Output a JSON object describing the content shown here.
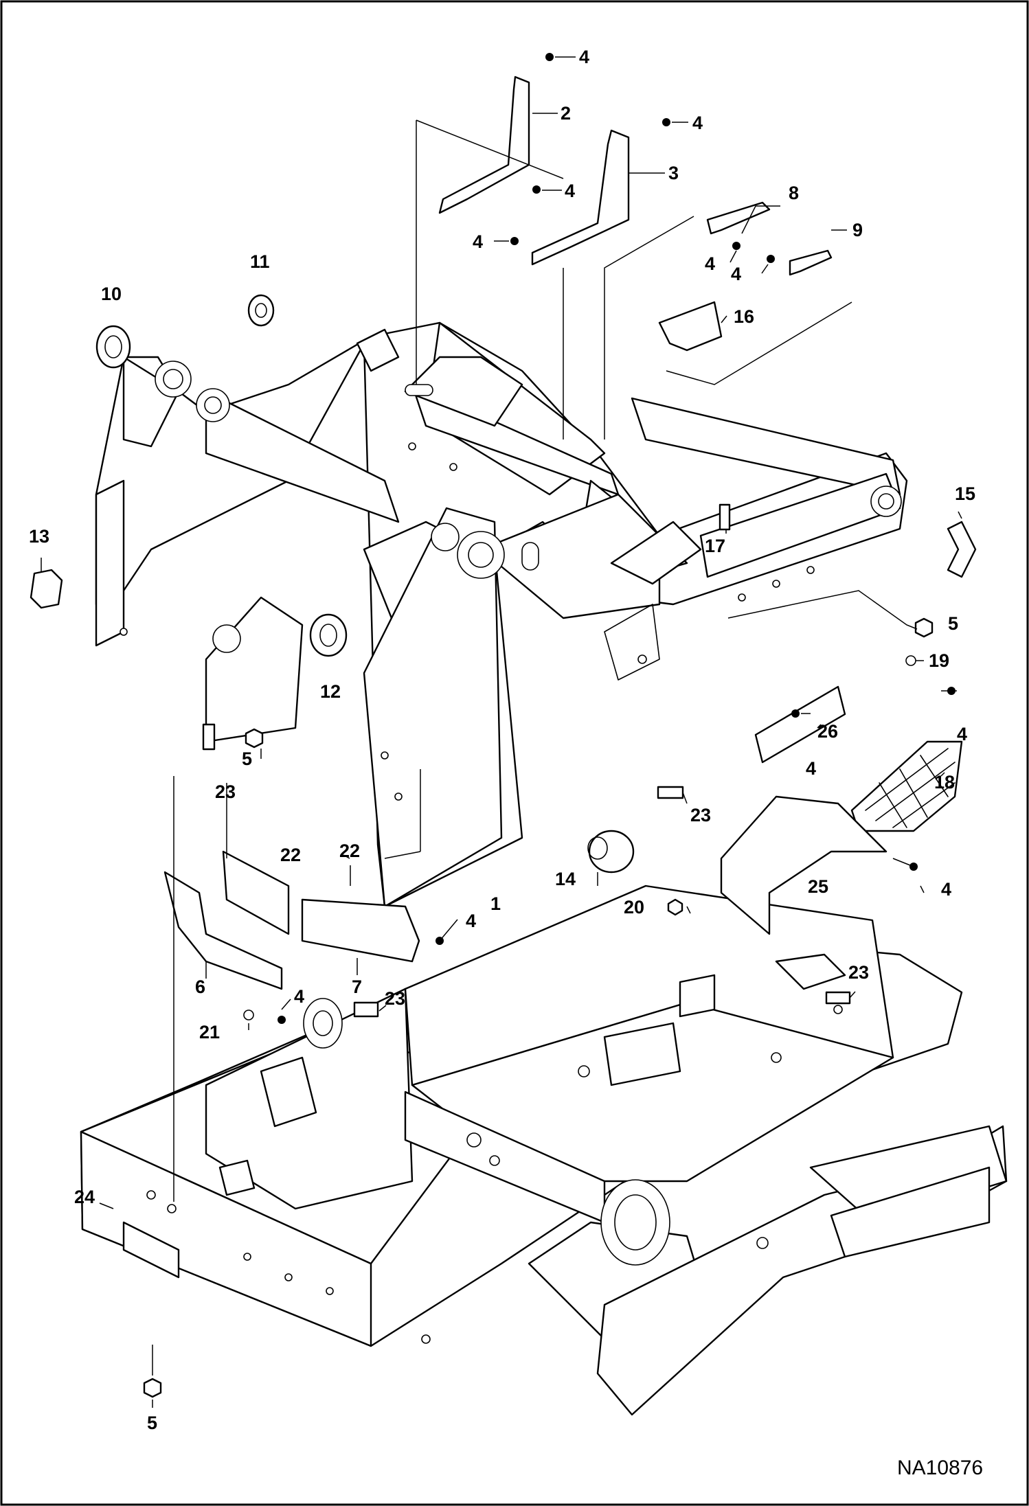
{
  "drawing_ref": "NA10876",
  "callouts": [
    {
      "key": "c4a",
      "label": "4"
    },
    {
      "key": "c2",
      "label": "2"
    },
    {
      "key": "c4b",
      "label": "4"
    },
    {
      "key": "c3",
      "label": "3"
    },
    {
      "key": "c4c",
      "label": "4"
    },
    {
      "key": "c8",
      "label": "8"
    },
    {
      "key": "c4d",
      "label": "4"
    },
    {
      "key": "c9",
      "label": "9"
    },
    {
      "key": "c4e",
      "label": "4"
    },
    {
      "key": "c4f",
      "label": "4"
    },
    {
      "key": "c11",
      "label": "11"
    },
    {
      "key": "c10",
      "label": "10"
    },
    {
      "key": "c16",
      "label": "16"
    },
    {
      "key": "c15",
      "label": "15"
    },
    {
      "key": "c13",
      "label": "13"
    },
    {
      "key": "c17",
      "label": "17"
    },
    {
      "key": "c5a",
      "label": "5"
    },
    {
      "key": "c12",
      "label": "12"
    },
    {
      "key": "c19",
      "label": "19"
    },
    {
      "key": "c5b",
      "label": "5"
    },
    {
      "key": "c26",
      "label": "26"
    },
    {
      "key": "c4g",
      "label": "4"
    },
    {
      "key": "c4h",
      "label": "4"
    },
    {
      "key": "c18",
      "label": "18"
    },
    {
      "key": "c23a",
      "label": "23"
    },
    {
      "key": "c23b",
      "label": "23"
    },
    {
      "key": "c22a",
      "label": "22"
    },
    {
      "key": "c22b",
      "label": "22"
    },
    {
      "key": "c14",
      "label": "14"
    },
    {
      "key": "c25",
      "label": "25"
    },
    {
      "key": "c4i",
      "label": "4"
    },
    {
      "key": "c1",
      "label": "1"
    },
    {
      "key": "c20",
      "label": "20"
    },
    {
      "key": "c4j",
      "label": "4"
    },
    {
      "key": "c6",
      "label": "6"
    },
    {
      "key": "c7",
      "label": "7"
    },
    {
      "key": "c4k",
      "label": "4"
    },
    {
      "key": "c23c",
      "label": "23"
    },
    {
      "key": "c23d",
      "label": "23"
    },
    {
      "key": "c21",
      "label": "21"
    },
    {
      "key": "c24",
      "label": "24"
    },
    {
      "key": "c5c",
      "label": "5"
    }
  ]
}
